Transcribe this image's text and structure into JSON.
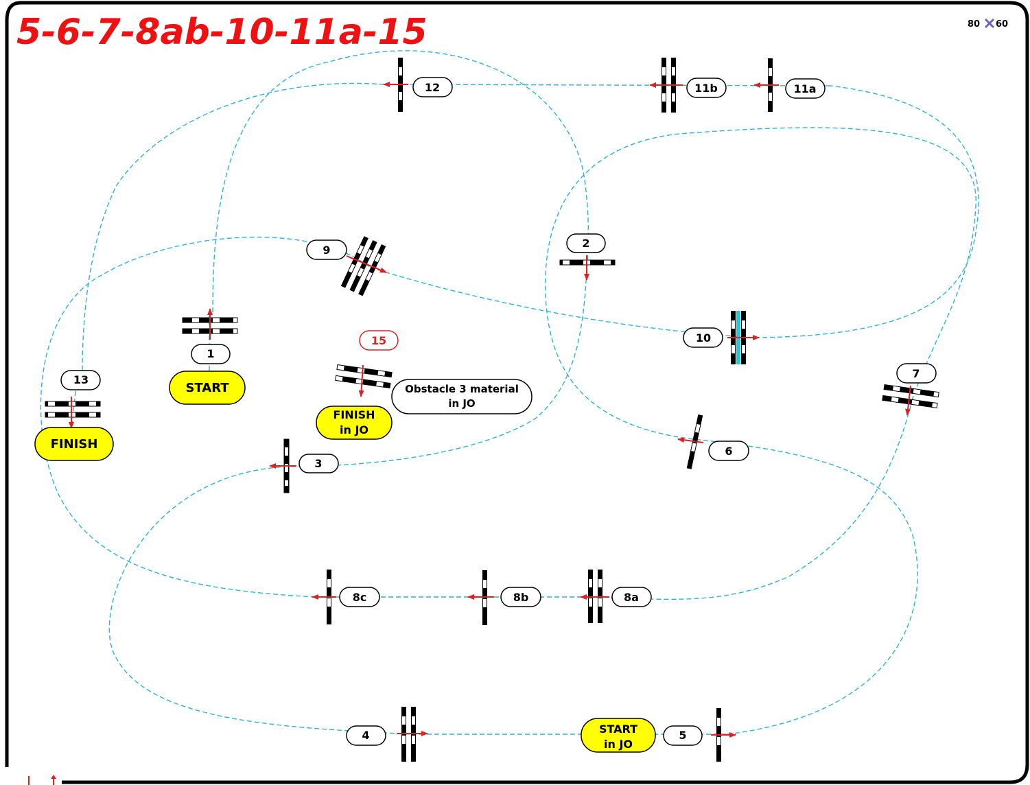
{
  "title": "5-6-7-8ab-10-11a-15",
  "arena_size": {
    "width": "80",
    "height": "60",
    "separator_icon": "cross-icon"
  },
  "colors": {
    "title": "#ee1111",
    "path": "#2ab4d8",
    "arrow": "#e02020",
    "badge_highlight": "#ffff00",
    "obstacle_15": "#e02020",
    "water_bar": "#22c8d8"
  },
  "obstacles": {
    "n1": "1",
    "n2": "2",
    "n3": "3",
    "n4": "4",
    "n5": "5",
    "n6": "6",
    "n7": "7",
    "n8a": "8a",
    "n8b": "8b",
    "n8c": "8c",
    "n9": "9",
    "n10": "10",
    "n11a": "11a",
    "n11b": "11b",
    "n12": "12",
    "n13": "13",
    "n15": "15"
  },
  "badges": {
    "start": "START",
    "finish": "FINISH",
    "finish_jo_line1": "FINISH",
    "finish_jo_line2": "in JO",
    "start_jo_line1": "START",
    "start_jo_line2": "in JO"
  },
  "note": {
    "line1": "Obstacle 3 material",
    "line2": "in JO"
  }
}
